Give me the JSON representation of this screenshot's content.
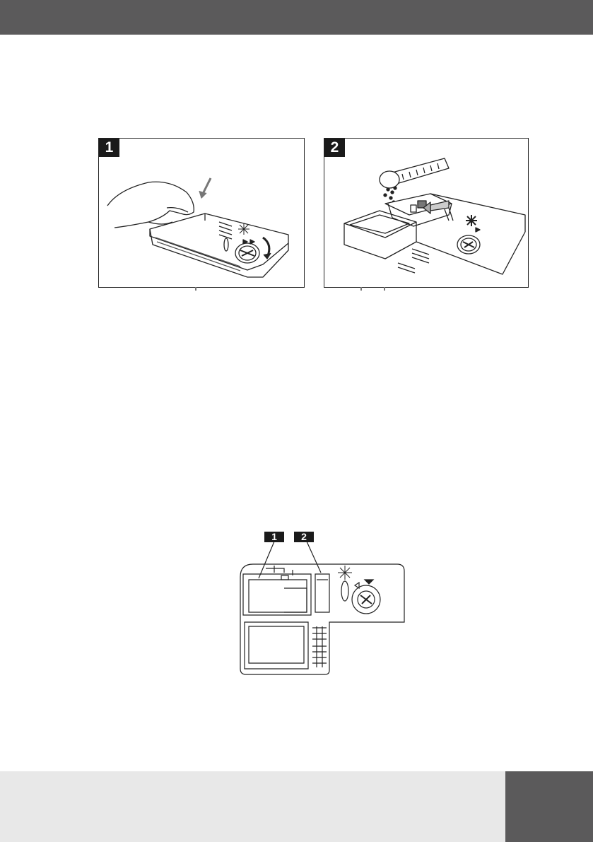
{
  "figures": [
    {
      "tag": "1"
    },
    {
      "tag": "2"
    }
  ],
  "diagram": {
    "callouts": [
      "1",
      "2"
    ]
  }
}
